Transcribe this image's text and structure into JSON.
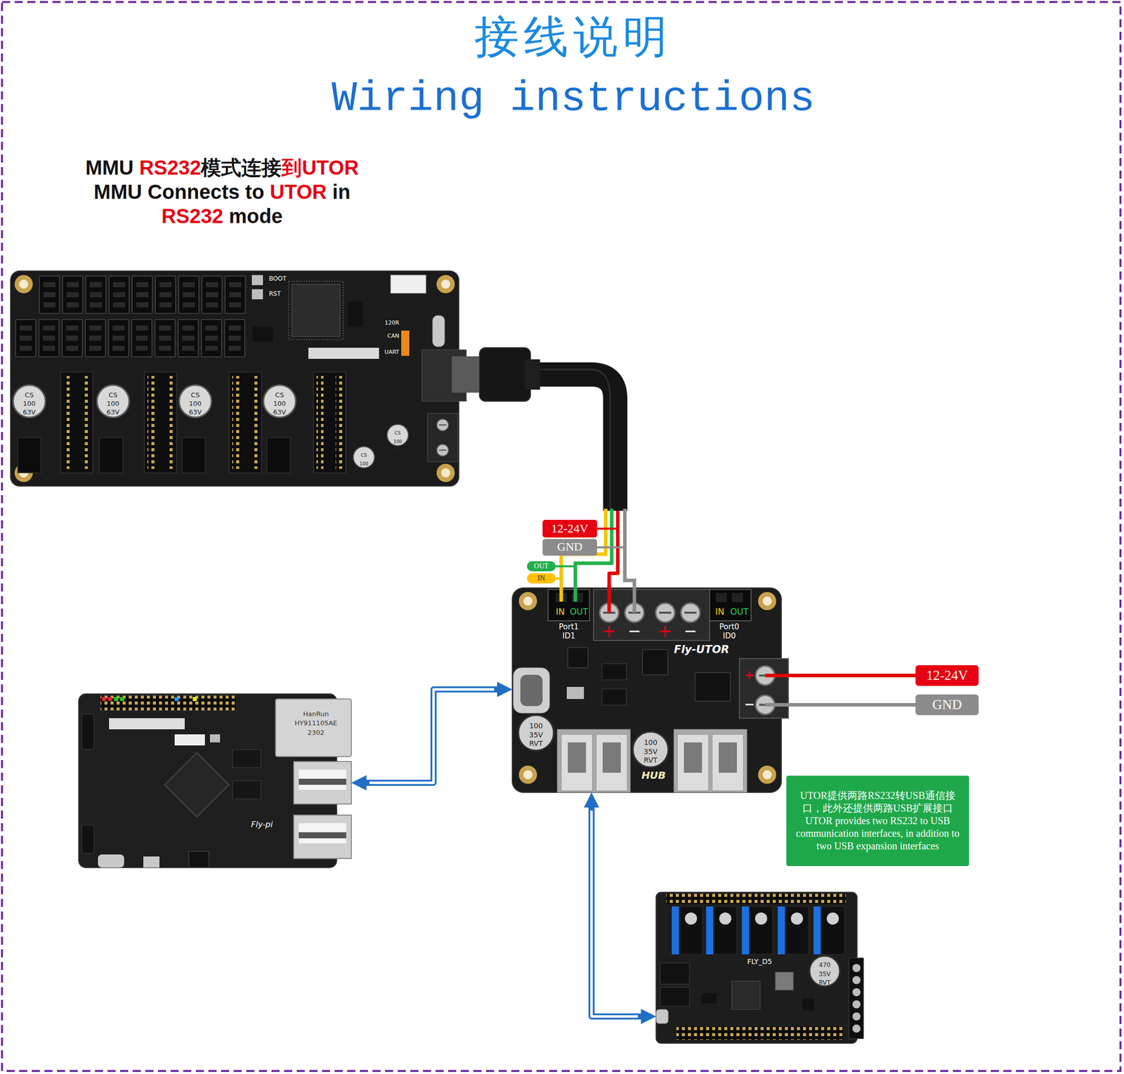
{
  "diagram": {
    "title": "接线说明",
    "nodes": [
      {
        "text": [
          "BOOT",
          "RST",
          "120R",
          "CAN",
          "UART",
          "CS 100 63V",
          "CS 100 63V",
          "CS 100 63V",
          "CS 100 63V",
          "CS 100 35V",
          "CS 100 35V"
        ]
      },
      {
        "text": [
          "12-24V"
        ]
      },
      {
        "text": [
          "GND"
        ]
      },
      {
        "text": [
          "OUT"
        ]
      },
      {
        "text": [
          "IN"
        ]
      },
      {
        "text": [
          "IN",
          "OUT",
          "Port1 ID1",
          "IN",
          "OUT",
          "Port0 ID0",
          "Fly-UTOR",
          "100 35V RVT",
          "100 35V RVT",
          "HUB"
        ]
      },
      {
        "text": [
          "12-24V"
        ]
      },
      {
        "text": [
          "GND"
        ]
      },
      {
        "text": [
          "HanRun HY911105AE 2302",
          "Fly-pi"
        ]
      },
      {
        "text": [
          "UTOR提供两路RS232转USB通信接口，此外还提供两路USB扩展接口",
          "UTOR provides two RS232 to USB communication interfaces, in addition to two USB expansion interfaces"
        ]
      },
      {
        "text": [
          "FLY_D5",
          "470 35V RVT"
        ]
      }
    ],
    "edges": [
      {
        "from": 0,
        "to": 5,
        "arrow": "none"
      },
      {
        "from": 5,
        "to": 8,
        "arrow": "both"
      },
      {
        "from": 5,
        "to": 10,
        "arrow": "both"
      },
      {
        "from": 6,
        "to": 5,
        "arrow": "none"
      },
      {
        "from": 7,
        "to": 5,
        "arrow": "none"
      }
    ],
    "labels": [
      "Wiring instructions",
      "MMU",
      "RS232",
      "模式连接",
      "到UTOR",
      "MMU Connects to",
      "UTOR",
      "in",
      "RS232",
      "mode"
    ]
  }
}
